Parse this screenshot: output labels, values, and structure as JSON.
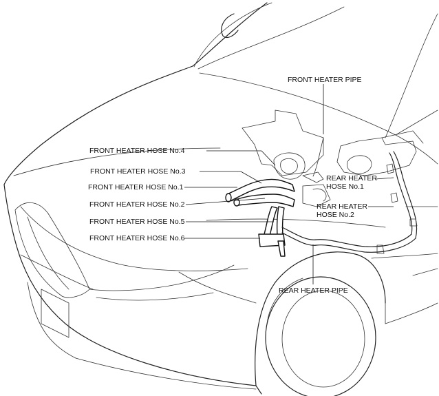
{
  "labels": {
    "front_heater_pipe": "FRONT HEATER PIPE",
    "front_heater_hose_no4": "FRONT HEATER HOSE No.4",
    "front_heater_hose_no3": "FRONT HEATER HOSE No.3",
    "front_heater_hose_no1": "FRONT HEATER HOSE No.1",
    "front_heater_hose_no2": "FRONT HEATER HOSE No.2",
    "front_heater_hose_no5": "FRONT HEATER HOSE No.5",
    "front_heater_hose_no6": "FRONT HEATER HOSE No.6",
    "rear_heater_hose_no1_line1": "REAR HEATER",
    "rear_heater_hose_no1_line2": "HOSE No.1",
    "rear_heater_hose_no2_line1": "REAR HEATER",
    "rear_heater_hose_no2_line2": "HOSE No.2",
    "rear_heater_pipe": "REAR HEATER PIPE"
  }
}
